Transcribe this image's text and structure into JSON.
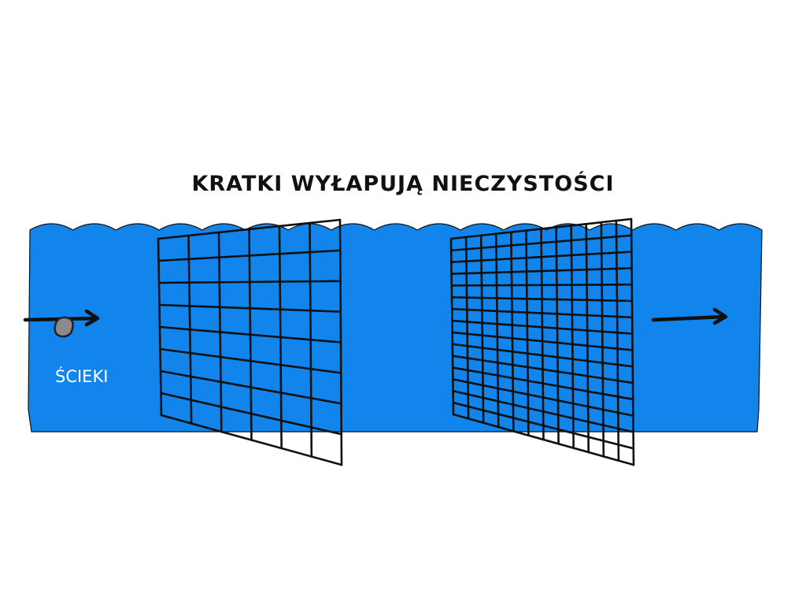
{
  "title": "KRATKI WYŁAPUJĄ NIECZYSTOŚCI",
  "flow_label": "ŚCIEKI",
  "colors": {
    "water": "#1185EB",
    "grate": "#111111",
    "background": "#FFFFFF",
    "debris": "#8A8A8A"
  },
  "grates": [
    {
      "name": "coarse-grate",
      "columns": 6,
      "rows": 8
    },
    {
      "name": "fine-grate",
      "columns": 12,
      "rows": 15
    }
  ],
  "icons": [
    "inflow-arrow-icon",
    "debris-stone-icon",
    "outflow-arrow-icon"
  ]
}
